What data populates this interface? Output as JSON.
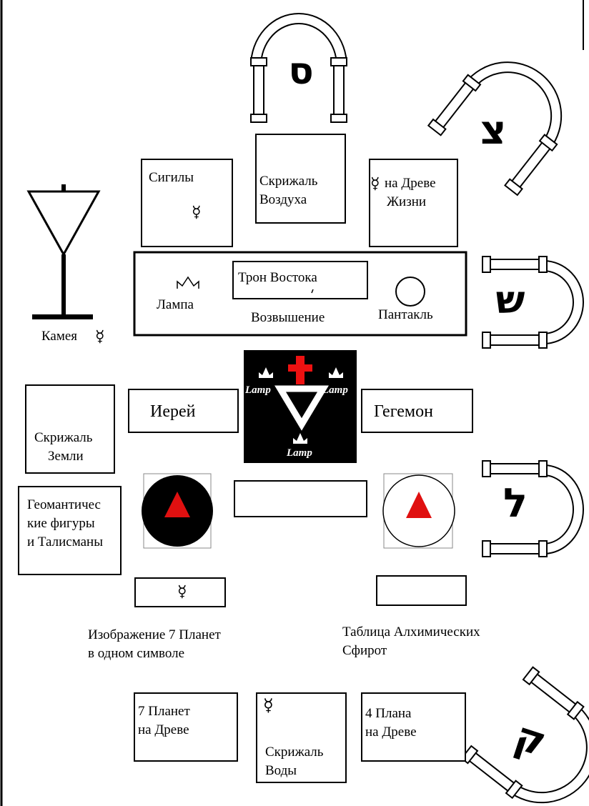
{
  "labels": {
    "sigils": "Сигилы",
    "air_tablet_1": "Скрижаль",
    "air_tablet_2": "Воздуха",
    "tree_of_life_1": "на Древе",
    "tree_of_life_2": "Жизни",
    "throne": "Трон Востока",
    "lamp": "Лампа",
    "dais": "Возвышение",
    "pantacle": "Пантакль",
    "kamea": "Камея",
    "earth_tablet_1": "Скрижаль",
    "earth_tablet_2": "Земли",
    "priest": "Иерей",
    "hegemon": "Гегемон",
    "geomantic_1": "Геомантичес",
    "geomantic_2": "кие фигуры",
    "geomantic_3": "и Талисманы",
    "seven_planets_image_1": "Изображение 7 Планет",
    "seven_planets_image_2": "в одном символе",
    "alchemical_table_1": "Таблица Алхимических",
    "alchemical_table_2": "Сфирот",
    "planets_tree_1": "7 Планет",
    "planets_tree_2": "на Древе",
    "planes_tree_1": "4 Плана",
    "planes_tree_2": "на Древе",
    "water_tablet_1": "Скрижаль",
    "water_tablet_2": "Воды",
    "lamp_en": "Lamp"
  },
  "glyphs": {
    "mercury": "☿",
    "letter_samekh": "ס",
    "letter_tzaddi": "צ",
    "letter_shin": "ש",
    "letter_lamed": "ל",
    "letter_qoph": "ק"
  },
  "colors": {
    "line": "#000000",
    "background": "#ffffff",
    "cross_red": "#ee1111",
    "triangle_red": "#e01010",
    "altar_black": "#000000"
  }
}
